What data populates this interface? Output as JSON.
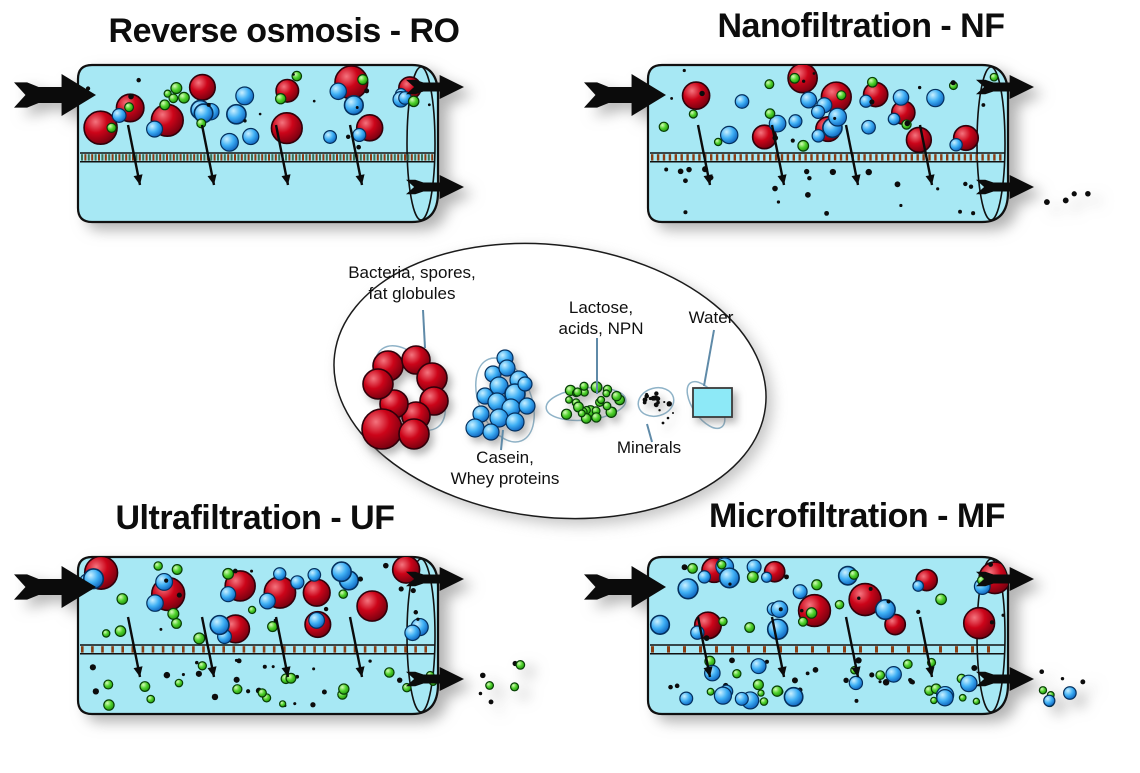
{
  "colors": {
    "background": "#ffffff",
    "cylinder_fill": "#a7e8f4",
    "outline": "#101010",
    "membrane_stripe": "#8a3c12",
    "membrane_stripe_alt": "#3c6e52",
    "fat_globule": "#c4001a",
    "casein": "#2f9ff0",
    "lactose": "#4fd12c",
    "minerals": "#0c0c0c",
    "water_fill": "#8de9f7",
    "leader_line": "#5f8aa8",
    "cluster_outline": "#8fb3c8",
    "arrow": "#0b0b0b"
  },
  "panels": [
    {
      "id": "ro",
      "title": "Reverse osmosis - RO",
      "abbr": "RO",
      "membrane_gap": 1.4,
      "stripe_w": 2.0,
      "permeate": []
    },
    {
      "id": "nf",
      "title": "Nanofiltration - NF",
      "abbr": "NF",
      "membrane_gap": 3.5,
      "stripe_w": 2.4,
      "permeate": [
        "minerals"
      ]
    },
    {
      "id": "uf",
      "title": "Ultrafiltration - UF",
      "abbr": "UF",
      "membrane_gap": 7.5,
      "stripe_w": 2.6,
      "permeate": [
        "minerals",
        "lactose"
      ]
    },
    {
      "id": "mf",
      "title": "Microfiltration - MF",
      "abbr": "MF",
      "membrane_gap": 13,
      "stripe_w": 3.0,
      "permeate": [
        "minerals",
        "lactose",
        "casein"
      ]
    }
  ],
  "legend": {
    "items": [
      {
        "id": "fat",
        "lines": [
          "Bacteria, spores,",
          "fat globules"
        ]
      },
      {
        "id": "casein",
        "lines": [
          "Casein,",
          "Whey proteins"
        ]
      },
      {
        "id": "lactose",
        "lines": [
          "Lactose,",
          "acids, NPN"
        ]
      },
      {
        "id": "minerals",
        "lines": [
          "Minerals"
        ]
      },
      {
        "id": "water",
        "lines": [
          "Water"
        ]
      }
    ]
  }
}
